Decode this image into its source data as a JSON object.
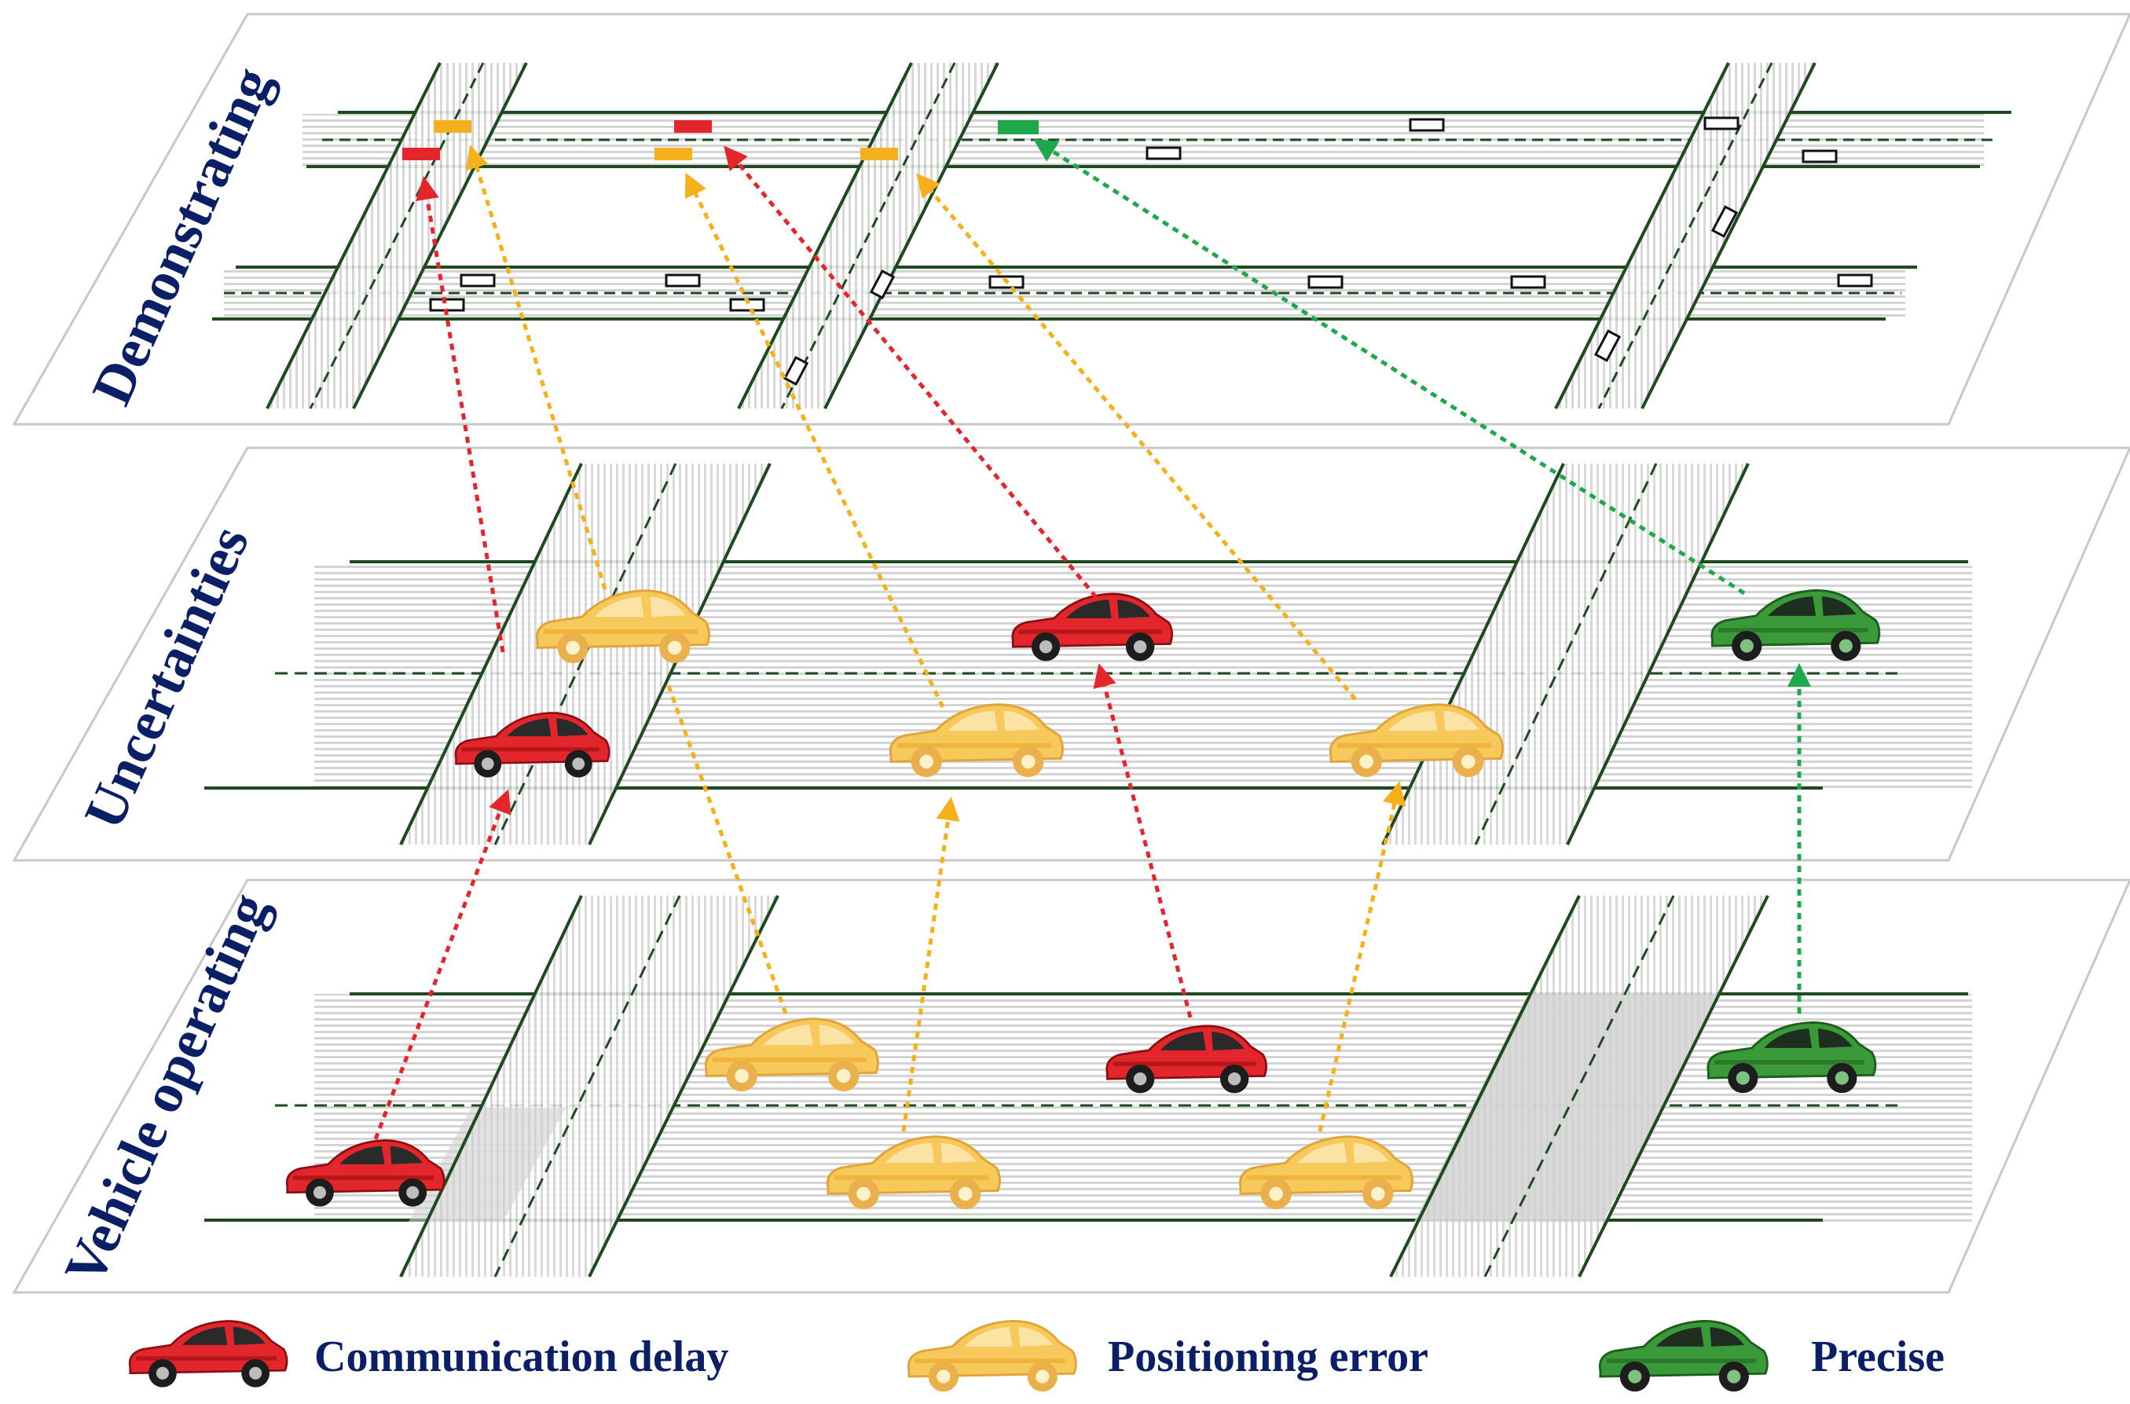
{
  "layers": {
    "top": "Demonstrating",
    "middle": "Uncertainties",
    "bottom": "Vehicle operating"
  },
  "legend": {
    "red": "Communication delay",
    "yellow": "Positioning error",
    "green": "Precise"
  },
  "colors": {
    "red": "#e3262b",
    "yellow": "#f7c85a",
    "green": "#3a9a3a",
    "road_line": "#1f4a1f",
    "text": "#0b1f66"
  },
  "vehicles": {
    "bottom": [
      "red",
      "yellow",
      "red",
      "green",
      "yellow",
      "yellow"
    ],
    "middle": [
      "red",
      "yellow",
      "yellow",
      "red",
      "yellow",
      "green"
    ],
    "top_markers": [
      "red",
      "yellow",
      "red",
      "yellow",
      "yellow",
      "green"
    ]
  }
}
